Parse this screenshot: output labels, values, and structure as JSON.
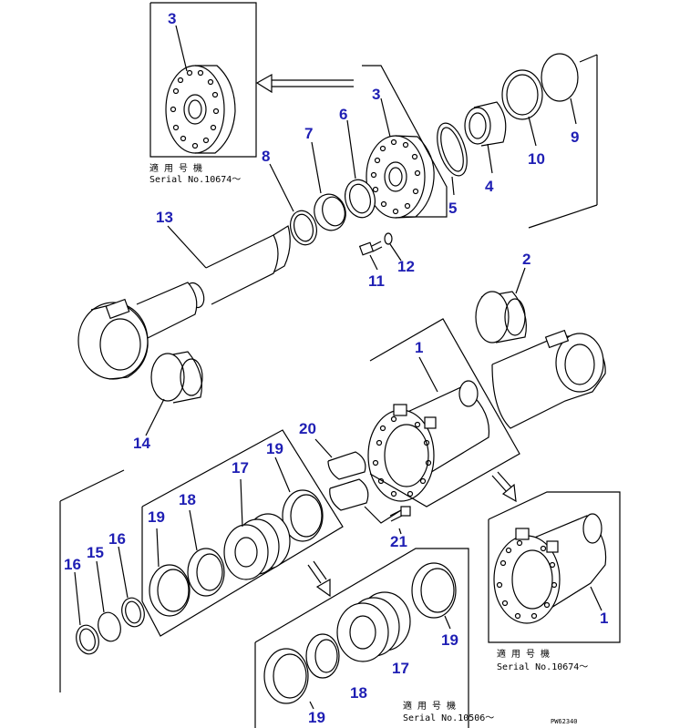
{
  "callouts": {
    "c1a": "1",
    "c1b": "1",
    "c2": "2",
    "c3a": "3",
    "c3b": "3",
    "c4": "4",
    "c5": "5",
    "c6": "6",
    "c7": "7",
    "c8": "8",
    "c9": "9",
    "c10": "10",
    "c11": "11",
    "c12": "12",
    "c13": "13",
    "c14": "14",
    "c15": "15",
    "c16a": "16",
    "c16b": "16",
    "c17a": "17",
    "c17b": "17",
    "c18a": "18",
    "c18b": "18",
    "c19a": "19",
    "c19b": "19",
    "c19c": "19",
    "c19d": "19",
    "c20": "20",
    "c21": "21"
  },
  "notes": {
    "top_left_jp": "適 用 号 機",
    "top_left_serial": "Serial No.10674～",
    "right_jp": "適 用 号 機",
    "right_serial": "Serial No.10674～",
    "bottom_jp": "適 用 号 機",
    "bottom_serial": "Serial No.10506～"
  },
  "drawing_code": "PW62340"
}
